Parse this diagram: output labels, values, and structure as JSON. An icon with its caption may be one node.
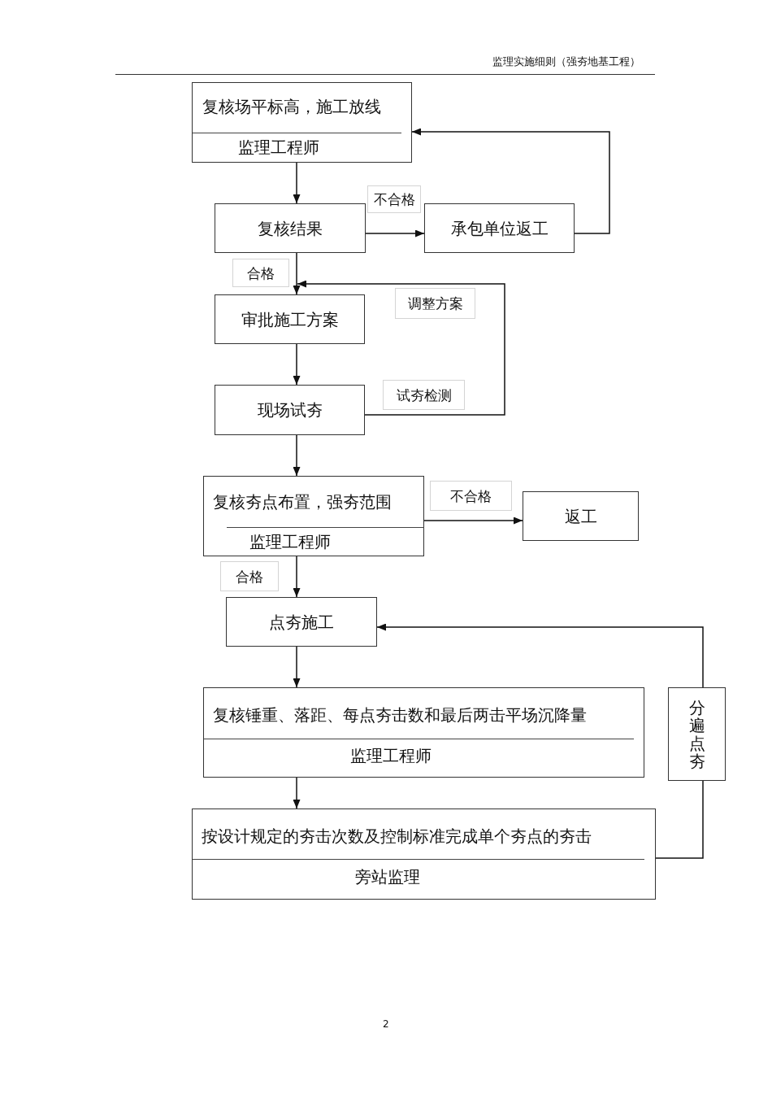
{
  "diagram": {
    "nodes": [
      {
        "text": [
          "复核场平标高，施工放线",
          "监理工程师"
        ]
      },
      {
        "text": [
          "复核结果"
        ]
      },
      {
        "text": [
          "承包单位返工"
        ]
      },
      {
        "text": [
          "审批施工方案"
        ]
      },
      {
        "text": [
          "现场试夯"
        ]
      },
      {
        "text": [
          "复核夯点布置，强夯范围",
          "监理工程师"
        ]
      },
      {
        "text": [
          "返工"
        ]
      },
      {
        "text": [
          "点夯施工"
        ]
      },
      {
        "text": [
          "复核锤重、落距、每点夯击数和最后两击平场沉降量",
          "监理工程师"
        ]
      },
      {
        "text": [
          "分遍点夯"
        ]
      },
      {
        "text": [
          "按设计规定的夯击次数及控制标准完成单个夯点的夯击",
          "旁站监理"
        ]
      }
    ],
    "edges": [
      {
        "from": 0,
        "to": 1,
        "arrow": "to"
      },
      {
        "from": 1,
        "to": 2,
        "arrow": "to",
        "label": "不合格"
      },
      {
        "from": 2,
        "to": 0,
        "arrow": "to"
      },
      {
        "from": 1,
        "to": 3,
        "arrow": "to",
        "label": "合格"
      },
      {
        "from": 3,
        "to": 4,
        "arrow": "to"
      },
      {
        "from": 4,
        "to": 3,
        "arrow": "to",
        "label": "试夯检测"
      },
      {
        "from": 4,
        "to": 5,
        "arrow": "to"
      },
      {
        "from": 5,
        "to": 6,
        "arrow": "to",
        "label": "不合格"
      },
      {
        "from": 5,
        "to": 7,
        "arrow": "to",
        "label": "合格"
      },
      {
        "from": 7,
        "to": 8,
        "arrow": "to"
      },
      {
        "from": 8,
        "to": 10,
        "arrow": "to"
      },
      {
        "from": 10,
        "to": 9,
        "arrow": "none"
      },
      {
        "from": 9,
        "to": 7,
        "arrow": "to"
      }
    ],
    "labels": [
      "监理实施细则（强夯地基工程）",
      "调整方案",
      "2"
    ]
  }
}
